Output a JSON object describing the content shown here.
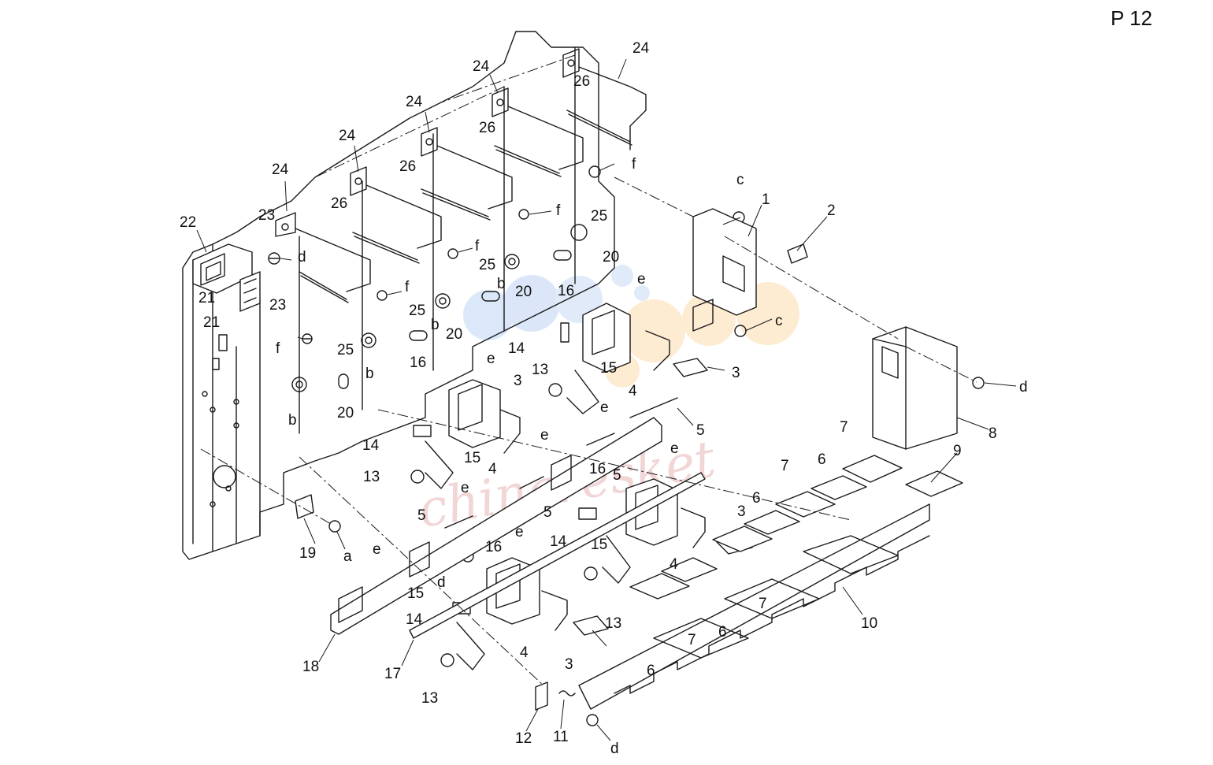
{
  "page": {
    "label": "P 12"
  },
  "callouts": [
    {
      "id": "c1",
      "text": "24"
    },
    {
      "id": "c2",
      "text": "24"
    },
    {
      "id": "c3",
      "text": "26"
    },
    {
      "id": "c4",
      "text": "24"
    },
    {
      "id": "c5",
      "text": "26"
    },
    {
      "id": "c6",
      "text": "24"
    },
    {
      "id": "c7",
      "text": "26"
    },
    {
      "id": "c8",
      "text": "24"
    },
    {
      "id": "c9",
      "text": "26"
    },
    {
      "id": "c10",
      "text": "22"
    },
    {
      "id": "c11",
      "text": "23"
    },
    {
      "id": "c12",
      "text": "d"
    },
    {
      "id": "c13",
      "text": "23"
    },
    {
      "id": "c14",
      "text": "21"
    },
    {
      "id": "c15",
      "text": "21"
    },
    {
      "id": "c16",
      "text": "f"
    },
    {
      "id": "c17",
      "text": "f"
    },
    {
      "id": "c18",
      "text": "f"
    },
    {
      "id": "c19",
      "text": "f"
    },
    {
      "id": "c20",
      "text": "f"
    },
    {
      "id": "c21",
      "text": "25"
    },
    {
      "id": "c22",
      "text": "25"
    },
    {
      "id": "c23",
      "text": "25"
    },
    {
      "id": "c24",
      "text": "25"
    },
    {
      "id": "c25",
      "text": "20"
    },
    {
      "id": "c26",
      "text": "20"
    },
    {
      "id": "c27",
      "text": "20"
    },
    {
      "id": "c28",
      "text": "20"
    },
    {
      "id": "c29",
      "text": "b"
    },
    {
      "id": "c30",
      "text": "b"
    },
    {
      "id": "c31",
      "text": "b"
    },
    {
      "id": "c32",
      "text": "b"
    },
    {
      "id": "c33",
      "text": "16"
    },
    {
      "id": "c34",
      "text": "16"
    },
    {
      "id": "c35",
      "text": "16"
    },
    {
      "id": "c36",
      "text": "16"
    },
    {
      "id": "c37",
      "text": "e"
    },
    {
      "id": "c38",
      "text": "e"
    },
    {
      "id": "c39",
      "text": "e"
    },
    {
      "id": "c40",
      "text": "e"
    },
    {
      "id": "c41",
      "text": "e"
    },
    {
      "id": "c42",
      "text": "e"
    },
    {
      "id": "c43",
      "text": "e"
    },
    {
      "id": "c44",
      "text": "e"
    },
    {
      "id": "c45",
      "text": "14"
    },
    {
      "id": "c46",
      "text": "14"
    },
    {
      "id": "c47",
      "text": "14"
    },
    {
      "id": "c48",
      "text": "14"
    },
    {
      "id": "c49",
      "text": "15"
    },
    {
      "id": "c50",
      "text": "15"
    },
    {
      "id": "c51",
      "text": "15"
    },
    {
      "id": "c52",
      "text": "15"
    },
    {
      "id": "c53",
      "text": "13"
    },
    {
      "id": "c54",
      "text": "13"
    },
    {
      "id": "c55",
      "text": "13"
    },
    {
      "id": "c56",
      "text": "13"
    },
    {
      "id": "c57",
      "text": "3"
    },
    {
      "id": "c58",
      "text": "3"
    },
    {
      "id": "c59",
      "text": "3"
    },
    {
      "id": "c60",
      "text": "3"
    },
    {
      "id": "c61",
      "text": "4"
    },
    {
      "id": "c62",
      "text": "4"
    },
    {
      "id": "c63",
      "text": "4"
    },
    {
      "id": "c64",
      "text": "4"
    },
    {
      "id": "c65",
      "text": "5"
    },
    {
      "id": "c66",
      "text": "5"
    },
    {
      "id": "c67",
      "text": "5"
    },
    {
      "id": "c68",
      "text": "5"
    },
    {
      "id": "c69",
      "text": "c"
    },
    {
      "id": "c70",
      "text": "c"
    },
    {
      "id": "c71",
      "text": "1"
    },
    {
      "id": "c72",
      "text": "2"
    },
    {
      "id": "c73",
      "text": "d"
    },
    {
      "id": "c74",
      "text": "8"
    },
    {
      "id": "c75",
      "text": "7"
    },
    {
      "id": "c76",
      "text": "9"
    },
    {
      "id": "c77",
      "text": "7"
    },
    {
      "id": "c78",
      "text": "6"
    },
    {
      "id": "c79",
      "text": "6"
    },
    {
      "id": "c80",
      "text": "7"
    },
    {
      "id": "c81",
      "text": "10"
    },
    {
      "id": "c82",
      "text": "7"
    },
    {
      "id": "c83",
      "text": "6"
    },
    {
      "id": "c84",
      "text": "6"
    },
    {
      "id": "c85",
      "text": "19"
    },
    {
      "id": "c86",
      "text": "a"
    },
    {
      "id": "c87",
      "text": "d"
    },
    {
      "id": "c88",
      "text": "18"
    },
    {
      "id": "c89",
      "text": "17"
    },
    {
      "id": "c90",
      "text": "12"
    },
    {
      "id": "c91",
      "text": "11"
    },
    {
      "id": "c92",
      "text": "d"
    }
  ],
  "colors": {
    "line": "#1a1a1a",
    "watermark_blue": "#cfe0f7",
    "watermark_orange": "#fde6c4",
    "watermark_pink": "#e8b4b4"
  }
}
